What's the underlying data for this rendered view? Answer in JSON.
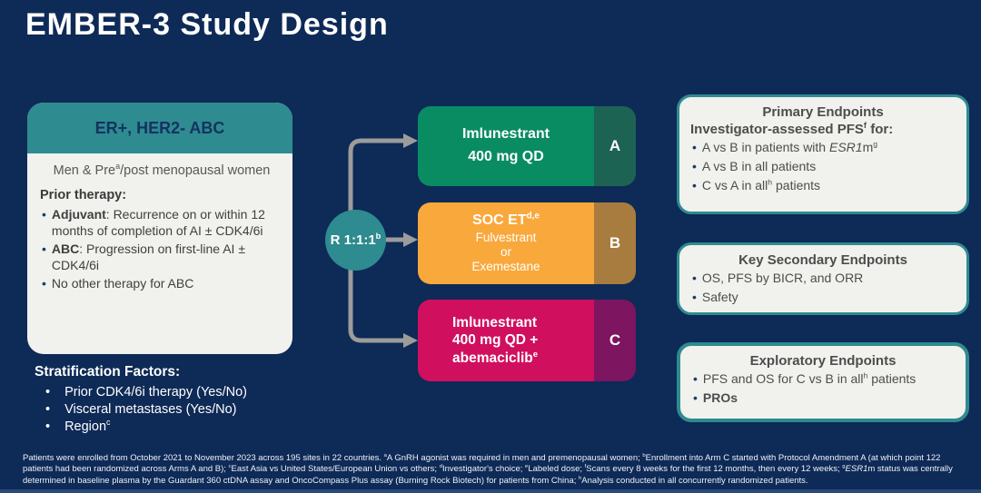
{
  "title": "EMBER-3 Study Design",
  "colors": {
    "background": "#0e2a57",
    "teal": "#2e8b8f",
    "panel": "#f1f1ee",
    "arm_a": "#0a8c63",
    "arm_a_tag": "#1d6354",
    "arm_b": "#f9a83c",
    "arm_b_tag": "#a87c3e",
    "arm_c": "#d10f5f",
    "arm_c_tag": "#7d1560",
    "arrow": "#9c9c9c",
    "navy_text": "#13335f"
  },
  "patient_box": {
    "header": "ER+, HER2- ABC",
    "population": [
      {
        "t": "Men & Pre"
      },
      {
        "s": "a"
      },
      {
        "t": "/post menopausal women"
      }
    ],
    "prior_therapy_label": "Prior therapy:",
    "bullets": [
      [
        {
          "b": "Adjuvant"
        },
        {
          "t": ": Recurrence on or within 12 months of completion of AI ± CDK4/6i"
        }
      ],
      [
        {
          "b": "ABC"
        },
        {
          "t": ": Progression on first-line AI ± CDK4/6i"
        }
      ],
      [
        {
          "t": "No other therapy for ABC"
        }
      ]
    ]
  },
  "stratification": {
    "label": "Stratification Factors:",
    "items": [
      [
        {
          "t": "Prior CDK4/6i therapy (Yes/No)"
        }
      ],
      [
        {
          "t": "Visceral metastases (Yes/No)"
        }
      ],
      [
        {
          "t": "Region"
        },
        {
          "s": "c"
        }
      ]
    ]
  },
  "randomization": [
    {
      "t": "R 1:1:1"
    },
    {
      "s": "b"
    }
  ],
  "arms": {
    "a": {
      "letter": "A",
      "line1": "Imlunestrant",
      "line2": "400 mg QD"
    },
    "b": {
      "letter": "B",
      "title": [
        {
          "t": "SOC ET"
        },
        {
          "s": "d,e"
        }
      ],
      "sub_line1": "Fulvestrant",
      "sub_line2": "or",
      "sub_line3": "Exemestane"
    },
    "c": {
      "letter": "C",
      "line1": [
        {
          "t": "Imlunestrant"
        }
      ],
      "line2": [
        {
          "t": "400 mg QD +"
        }
      ],
      "line3": [
        {
          "t": "abemaciclib"
        },
        {
          "s": "e"
        }
      ]
    }
  },
  "endpoints": {
    "primary": {
      "title": "Primary Endpoints",
      "subtitle": [
        {
          "t": "Investigator-assessed PFS"
        },
        {
          "s": "f"
        },
        {
          "t": " for:"
        }
      ],
      "bullets": [
        [
          {
            "t": "A vs B in patients with "
          },
          {
            "i": "ESR1"
          },
          {
            "t": "m"
          },
          {
            "s": "g"
          }
        ],
        [
          {
            "t": "A vs B in all patients"
          }
        ],
        [
          {
            "t": "C vs A in all"
          },
          {
            "s": "h"
          },
          {
            "t": " patients"
          }
        ]
      ]
    },
    "secondary": {
      "title": "Key Secondary Endpoints",
      "bullets": [
        [
          {
            "t": "OS, PFS by BICR, and ORR"
          }
        ],
        [
          {
            "t": "Safety"
          }
        ]
      ]
    },
    "exploratory": {
      "title": "Exploratory Endpoints",
      "bullets": [
        [
          {
            "t": "PFS and OS for C vs B in all"
          },
          {
            "s": "h"
          },
          {
            "t": " patients"
          }
        ],
        [
          {
            "b": "PROs"
          }
        ]
      ]
    }
  },
  "footnote": [
    {
      "t": "Patients were enrolled from October 2021 to November 2023 across 195 sites in 22 countries. "
    },
    {
      "s": "a"
    },
    {
      "t": "A GnRH agonist was required in men and premenopausal women; "
    },
    {
      "s": "b"
    },
    {
      "t": "Enrollment into Arm C started with Protocol Amendment A (at which point 122 patients had been randomized across Arms A and B); "
    },
    {
      "s": "c"
    },
    {
      "t": "East Asia vs United States/European Union vs others; "
    },
    {
      "s": "d"
    },
    {
      "t": "Investigator's choice; "
    },
    {
      "s": "e"
    },
    {
      "t": "Labeled dose; "
    },
    {
      "s": "f"
    },
    {
      "t": "Scans every 8 weeks for the first 12 months, then every 12 weeks; "
    },
    {
      "s": "g"
    },
    {
      "i": "ESR1"
    },
    {
      "t": "m status was centrally determined in baseline plasma by the Guardant 360 ctDNA assay and OncoCompass Plus assay (Burning Rock Biotech) for patients from China; "
    },
    {
      "s": "h"
    },
    {
      "t": "Analysis conducted in all concurrently randomized patients."
    }
  ]
}
